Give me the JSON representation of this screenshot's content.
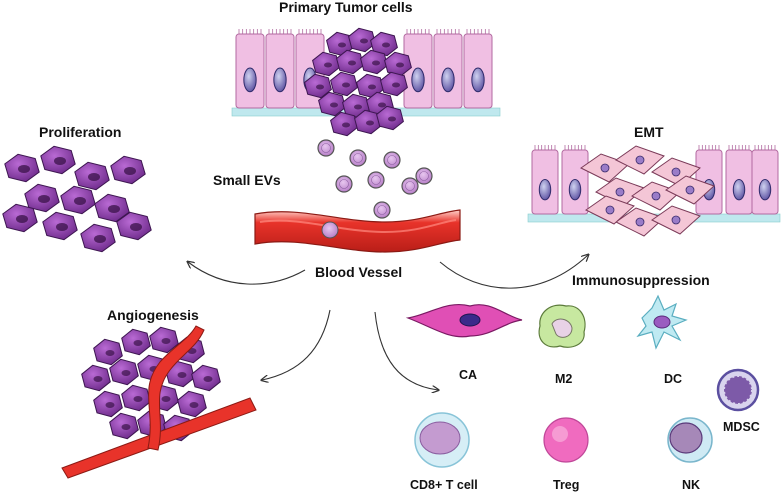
{
  "labels": {
    "primary_tumor": "Primary Tumor cells",
    "proliferation": "Proliferation",
    "emt": "EMT",
    "small_evs": "Small EVs",
    "blood_vessel": "Blood Vessel",
    "immunosuppression": "Immunosuppression",
    "angiogenesis": "Angiogenesis",
    "ca": "CA",
    "m2": "M2",
    "dc": "DC",
    "mdsc": "MDSC",
    "cd8": "CD8+ T cell",
    "treg": "Treg",
    "nk": "NK"
  },
  "colors": {
    "tumor_purple": "#8e3fa8",
    "epithelial_pink": "#f0bfe3",
    "vessel_red": "#e8332a",
    "ev_outline": "#6b6b6b",
    "treg_pink": "#f06bbf",
    "dc_cyan": "#bfeaf2",
    "m2_green": "#c7e8a0",
    "emt_pink": "#f4c6d6"
  }
}
